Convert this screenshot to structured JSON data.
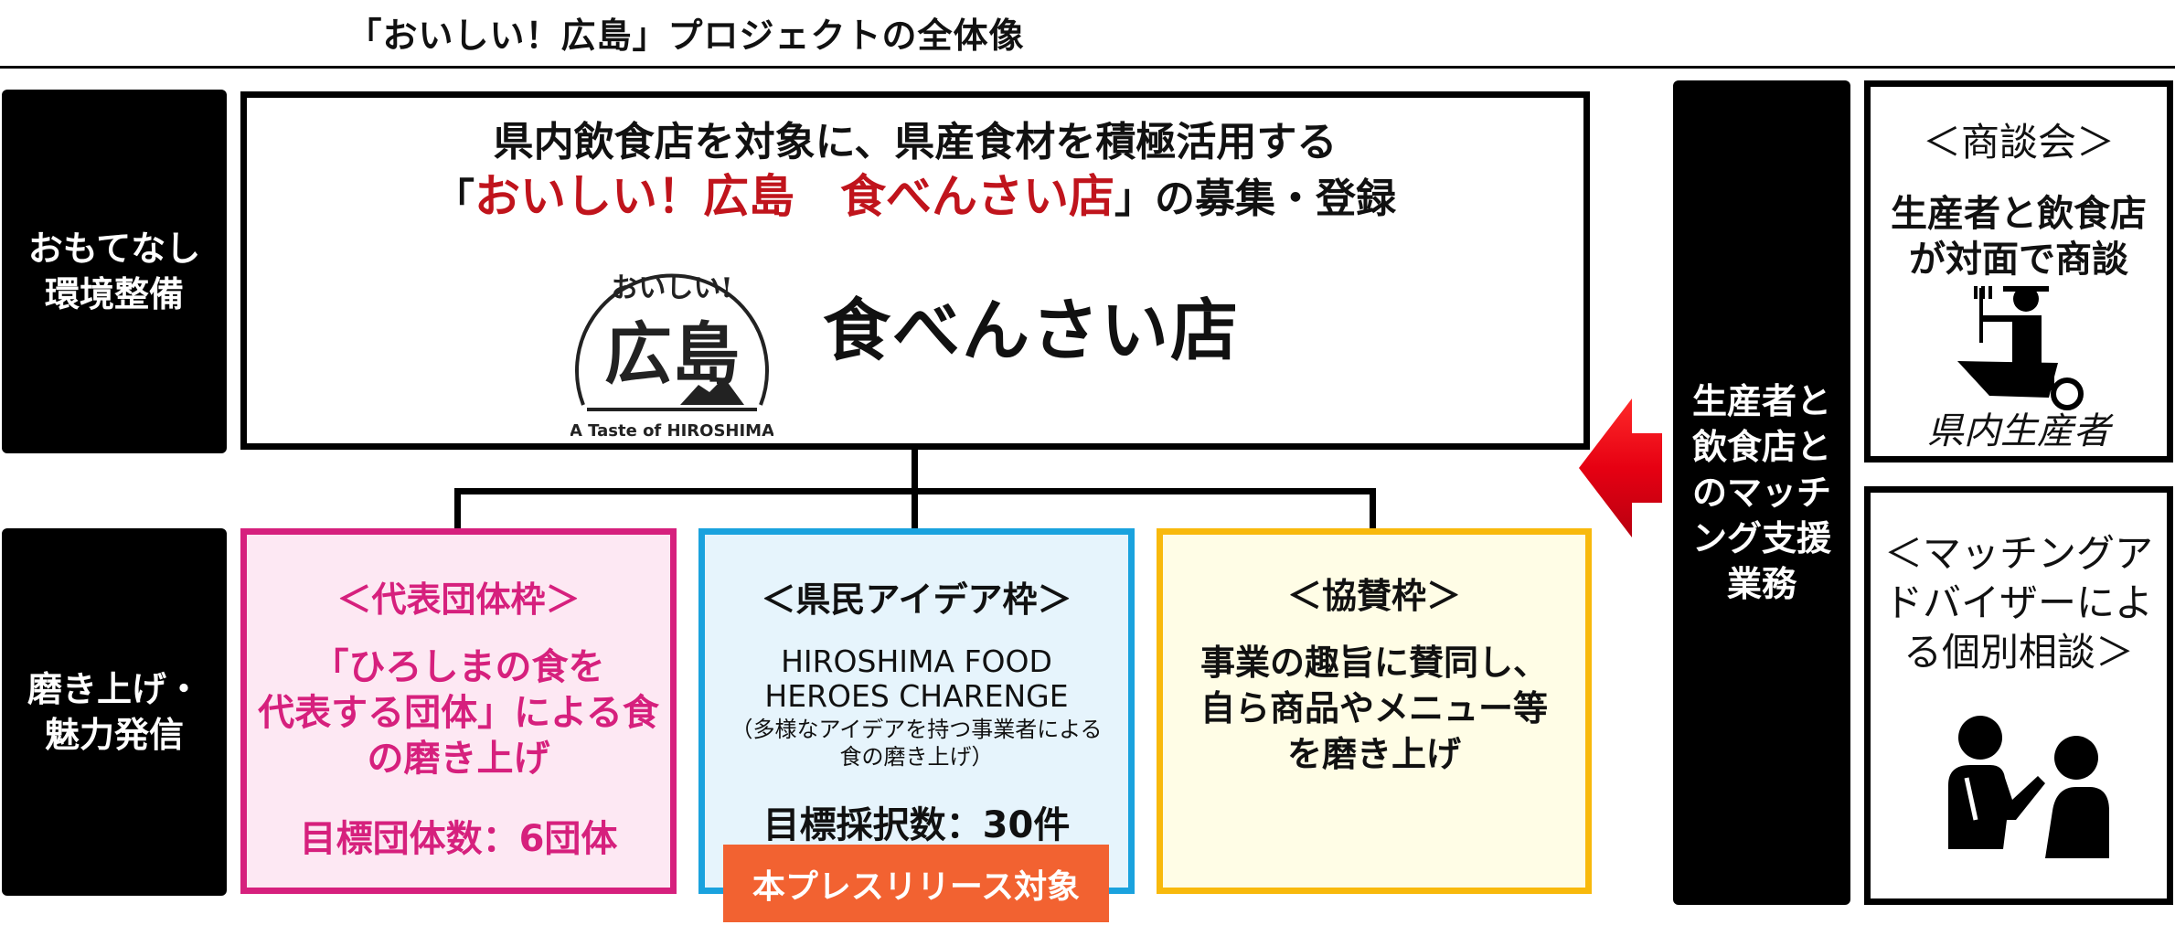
{
  "title": "「おいしい！広島」プロジェクトの全体像",
  "side_labels": {
    "top": "おもてなし\n環境整備",
    "bottom": "磨き上げ・\n魅力発信",
    "right": "生産者と\n飲食店と\nのマッチ\nング支援\n業務"
  },
  "main": {
    "line1": "県内飲食店を対象に、県産食材を積極活用する",
    "line2_open": "「",
    "line2_red": "おいしい！広島　食べんさい店",
    "line2_close": "」の募集・登録",
    "logo_top": "おいしい!",
    "logo_main": "広島",
    "logo_caption": "A Taste of HIROSHIMA",
    "shop_name": "食べんさい店"
  },
  "cards": {
    "representative": {
      "title": "＜代表団体枠＞",
      "body": "「ひろしまの食を\n代表する団体」による食\nの磨き上げ",
      "target": "目標団体数：6団体"
    },
    "citizen": {
      "title": "＜県民アイデア枠＞",
      "body_en": "HIROSHIMA FOOD\nHEROES CHARENGE",
      "body_sub": "（多様なアイデアを持つ事業者による\n食の磨き上げ）",
      "target": "目標採択数：30件"
    },
    "sponsor": {
      "title": "＜協賛枠＞",
      "body": "事業の趣旨に賛同し、\n自ら商品やメニュー等\nを磨き上げ"
    }
  },
  "press_label": "本プレスリリース対象",
  "right": {
    "meeting": {
      "title": "＜商談会＞",
      "body": "生産者と飲食店\nが対面で商談",
      "caption": "県内生産者"
    },
    "advisor": {
      "title": "＜マッチングア\nドバイザーによ\nる個別相談＞"
    }
  },
  "icons": [
    "farmer-icon",
    "consultation-icon",
    "left-arrow-icon"
  ],
  "colors": {
    "accent_red": "#c0141c",
    "pink": "#d6207d",
    "pink_bg": "#fde8f3",
    "blue": "#1aa2de",
    "blue_bg": "#e6f4fc",
    "yellow": "#f8b90c",
    "yellow_bg": "#fffde6",
    "press_orange": "#f26231",
    "arrow_red": "#e60012"
  }
}
